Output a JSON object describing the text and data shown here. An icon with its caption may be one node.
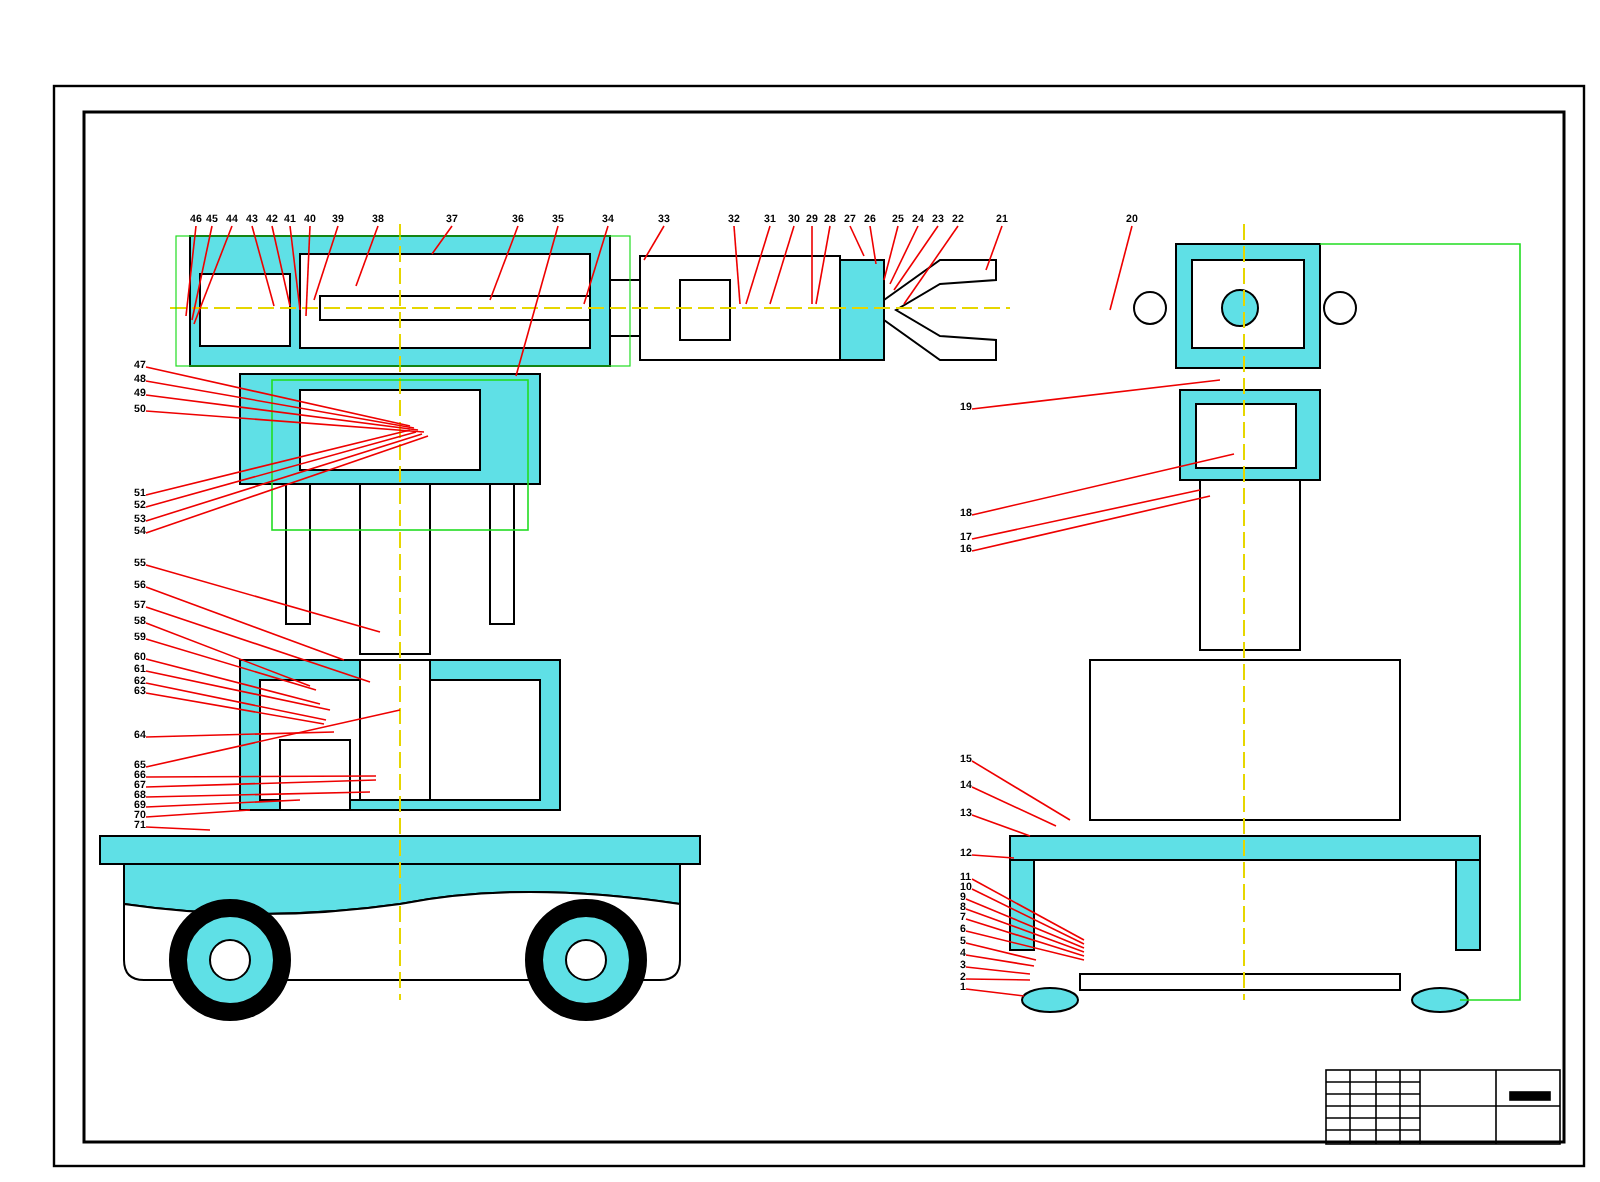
{
  "diagram": {
    "nodes": [
      {
        "text": [
          "46"
        ]
      },
      {
        "text": [
          "45"
        ]
      },
      {
        "text": [
          "44"
        ]
      },
      {
        "text": [
          "43"
        ]
      },
      {
        "text": [
          "42"
        ]
      },
      {
        "text": [
          "41"
        ]
      },
      {
        "text": [
          "40"
        ]
      },
      {
        "text": [
          "39"
        ]
      },
      {
        "text": [
          "38"
        ]
      },
      {
        "text": [
          "37"
        ]
      },
      {
        "text": [
          "36"
        ]
      },
      {
        "text": [
          "35"
        ]
      },
      {
        "text": [
          "34"
        ]
      },
      {
        "text": [
          "33"
        ]
      },
      {
        "text": [
          "32"
        ]
      },
      {
        "text": [
          "31"
        ]
      },
      {
        "text": [
          "30"
        ]
      },
      {
        "text": [
          "29"
        ]
      },
      {
        "text": [
          "28"
        ]
      },
      {
        "text": [
          "27"
        ]
      },
      {
        "text": [
          "26"
        ]
      },
      {
        "text": [
          "25"
        ]
      },
      {
        "text": [
          "24"
        ]
      },
      {
        "text": [
          "23"
        ]
      },
      {
        "text": [
          "22"
        ]
      },
      {
        "text": [
          "21"
        ]
      },
      {
        "text": [
          "20"
        ]
      },
      {
        "text": [
          "47"
        ]
      },
      {
        "text": [
          "48"
        ]
      },
      {
        "text": [
          "49"
        ]
      },
      {
        "text": [
          "50"
        ]
      },
      {
        "text": [
          "51"
        ]
      },
      {
        "text": [
          "52"
        ]
      },
      {
        "text": [
          "53"
        ]
      },
      {
        "text": [
          "54"
        ]
      },
      {
        "text": [
          "55"
        ]
      },
      {
        "text": [
          "56"
        ]
      },
      {
        "text": [
          "57"
        ]
      },
      {
        "text": [
          "58"
        ]
      },
      {
        "text": [
          "59"
        ]
      },
      {
        "text": [
          "60"
        ]
      },
      {
        "text": [
          "61"
        ]
      },
      {
        "text": [
          "62"
        ]
      },
      {
        "text": [
          "63"
        ]
      },
      {
        "text": [
          "64"
        ]
      },
      {
        "text": [
          "65"
        ]
      },
      {
        "text": [
          "66"
        ]
      },
      {
        "text": [
          "67"
        ]
      },
      {
        "text": [
          "68"
        ]
      },
      {
        "text": [
          "69"
        ]
      },
      {
        "text": [
          "70"
        ]
      },
      {
        "text": [
          "71"
        ]
      },
      {
        "text": [
          "19"
        ]
      },
      {
        "text": [
          "18"
        ]
      },
      {
        "text": [
          "17"
        ]
      },
      {
        "text": [
          "16"
        ]
      },
      {
        "text": [
          "15"
        ]
      },
      {
        "text": [
          "14"
        ]
      },
      {
        "text": [
          "13"
        ]
      },
      {
        "text": [
          "12"
        ]
      },
      {
        "text": [
          "11"
        ]
      },
      {
        "text": [
          "10"
        ]
      },
      {
        "text": [
          "9"
        ]
      },
      {
        "text": [
          "8"
        ]
      },
      {
        "text": [
          "7"
        ]
      },
      {
        "text": [
          "6"
        ]
      },
      {
        "text": [
          "5"
        ]
      },
      {
        "text": [
          "4"
        ]
      },
      {
        "text": [
          "3"
        ]
      },
      {
        "text": [
          "2"
        ]
      },
      {
        "text": [
          "1"
        ]
      }
    ],
    "edges": [
      {
        "from": 0,
        "to": null,
        "arrow": "none"
      },
      {
        "from": 1,
        "to": null,
        "arrow": "none"
      },
      {
        "from": 2,
        "to": null,
        "arrow": "none"
      },
      {
        "from": 3,
        "to": null,
        "arrow": "none"
      },
      {
        "from": 4,
        "to": null,
        "arrow": "none"
      },
      {
        "from": 5,
        "to": null,
        "arrow": "none"
      },
      {
        "from": 6,
        "to": null,
        "arrow": "none"
      },
      {
        "from": 7,
        "to": null,
        "arrow": "none"
      },
      {
        "from": 8,
        "to": null,
        "arrow": "none"
      },
      {
        "from": 9,
        "to": null,
        "arrow": "none"
      },
      {
        "from": 10,
        "to": null,
        "arrow": "none"
      },
      {
        "from": 11,
        "to": null,
        "arrow": "none"
      },
      {
        "from": 12,
        "to": null,
        "arrow": "none"
      },
      {
        "from": 13,
        "to": null,
        "arrow": "none"
      },
      {
        "from": 14,
        "to": null,
        "arrow": "none"
      },
      {
        "from": 15,
        "to": null,
        "arrow": "none"
      },
      {
        "from": 16,
        "to": null,
        "arrow": "none"
      },
      {
        "from": 17,
        "to": null,
        "arrow": "none"
      },
      {
        "from": 18,
        "to": null,
        "arrow": "none"
      },
      {
        "from": 19,
        "to": null,
        "arrow": "none"
      },
      {
        "from": 20,
        "to": null,
        "arrow": "none"
      },
      {
        "from": 21,
        "to": null,
        "arrow": "none"
      },
      {
        "from": 22,
        "to": null,
        "arrow": "none"
      },
      {
        "from": 23,
        "to": null,
        "arrow": "none"
      },
      {
        "from": 24,
        "to": null,
        "arrow": "none"
      },
      {
        "from": 25,
        "to": null,
        "arrow": "none"
      },
      {
        "from": 26,
        "to": null,
        "arrow": "none"
      },
      {
        "from": 27,
        "to": null,
        "arrow": "none"
      },
      {
        "from": 28,
        "to": null,
        "arrow": "none"
      },
      {
        "from": 29,
        "to": null,
        "arrow": "none"
      },
      {
        "from": 30,
        "to": null,
        "arrow": "none"
      },
      {
        "from": 31,
        "to": null,
        "arrow": "none"
      },
      {
        "from": 32,
        "to": null,
        "arrow": "none"
      },
      {
        "from": 33,
        "to": null,
        "arrow": "none"
      },
      {
        "from": 34,
        "to": null,
        "arrow": "none"
      },
      {
        "from": 35,
        "to": null,
        "arrow": "none"
      },
      {
        "from": 36,
        "to": null,
        "arrow": "none"
      },
      {
        "from": 37,
        "to": null,
        "arrow": "none"
      },
      {
        "from": 38,
        "to": null,
        "arrow": "none"
      },
      {
        "from": 39,
        "to": null,
        "arrow": "none"
      },
      {
        "from": 40,
        "to": null,
        "arrow": "none"
      },
      {
        "from": 41,
        "to": null,
        "arrow": "none"
      },
      {
        "from": 42,
        "to": null,
        "arrow": "none"
      },
      {
        "from": 43,
        "to": null,
        "arrow": "none"
      },
      {
        "from": 44,
        "to": null,
        "arrow": "none"
      },
      {
        "from": 45,
        "to": null,
        "arrow": "none"
      },
      {
        "from": 46,
        "to": null,
        "arrow": "none"
      },
      {
        "from": 47,
        "to": null,
        "arrow": "none"
      },
      {
        "from": 48,
        "to": null,
        "arrow": "none"
      },
      {
        "from": 49,
        "to": null,
        "arrow": "none"
      },
      {
        "from": 50,
        "to": null,
        "arrow": "none"
      },
      {
        "from": 51,
        "to": null,
        "arrow": "none"
      },
      {
        "from": 52,
        "to": null,
        "arrow": "none"
      },
      {
        "from": 53,
        "to": null,
        "arrow": "none"
      },
      {
        "from": 54,
        "to": null,
        "arrow": "none"
      },
      {
        "from": 55,
        "to": null,
        "arrow": "none"
      },
      {
        "from": 56,
        "to": null,
        "arrow": "none"
      },
      {
        "from": 57,
        "to": null,
        "arrow": "none"
      },
      {
        "from": 58,
        "to": null,
        "arrow": "none"
      },
      {
        "from": 59,
        "to": null,
        "arrow": "none"
      },
      {
        "from": 60,
        "to": null,
        "arrow": "none"
      },
      {
        "from": 61,
        "to": null,
        "arrow": "none"
      },
      {
        "from": 62,
        "to": null,
        "arrow": "none"
      },
      {
        "from": 63,
        "to": null,
        "arrow": "none"
      },
      {
        "from": 64,
        "to": null,
        "arrow": "none"
      },
      {
        "from": 65,
        "to": null,
        "arrow": "none"
      },
      {
        "from": 66,
        "to": null,
        "arrow": "none"
      },
      {
        "from": 67,
        "to": null,
        "arrow": "none"
      },
      {
        "from": 68,
        "to": null,
        "arrow": "none"
      },
      {
        "from": 69,
        "to": null,
        "arrow": "none"
      },
      {
        "from": 70,
        "to": null,
        "arrow": "none"
      }
    ]
  }
}
